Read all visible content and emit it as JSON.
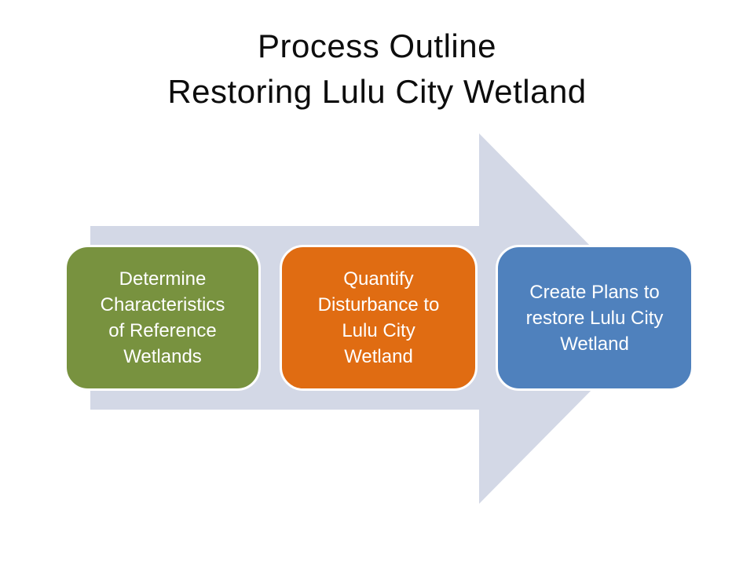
{
  "slide": {
    "title": {
      "line1": "Process Outline",
      "line2": "Restoring Lulu City Wetland"
    },
    "colors": {
      "background": "#FFFFFF",
      "title_text": "#0D0D0D",
      "arrow": "#D3D8E6",
      "step_text": "#FFFFFF",
      "step_border": "#FFFFFF",
      "step1_fill": "#78923F",
      "step2_fill": "#E06C12",
      "step3_fill": "#4F81BD"
    },
    "diagram": {
      "type": "horizontal-process-arrow",
      "direction": "right",
      "steps": [
        {
          "label": "Determine\nCharacteristics\nof Reference\nWetlands",
          "color": "#78923F"
        },
        {
          "label": "Quantify\nDisturbance to\nLulu City\nWetland",
          "color": "#E06C12"
        },
        {
          "label": "Create Plans to\nrestore Lulu City\nWetland",
          "color": "#4F81BD"
        }
      ]
    }
  }
}
